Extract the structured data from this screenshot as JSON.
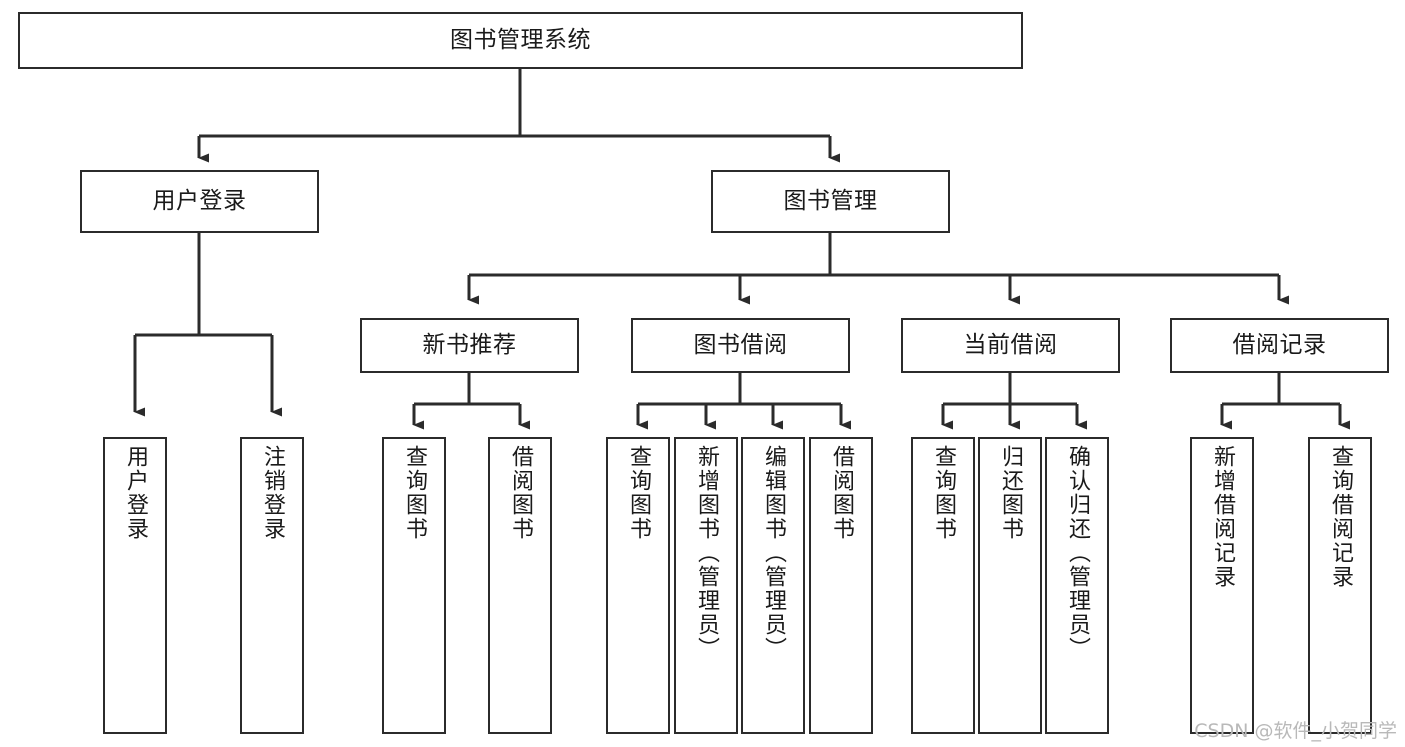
{
  "diagram": {
    "type": "tree",
    "title": "图书管理系统",
    "watermark": "CSDN @软件_小贺同学",
    "colors": {
      "box_border": "#2b2b2b",
      "box_fill": "#ffffff",
      "connector": "#2b2b2b",
      "background": "#ffffff",
      "watermark": "#b9b9b9"
    },
    "root": {
      "label": "图书管理系统"
    },
    "level2": [
      {
        "label": "用户登录"
      },
      {
        "label": "图书管理"
      }
    ],
    "level3": [
      {
        "label": "新书推荐"
      },
      {
        "label": "图书借阅"
      },
      {
        "label": "当前借阅"
      },
      {
        "label": "借阅记录"
      }
    ],
    "leaves": {
      "user_login": [
        {
          "label": "用户登录"
        },
        {
          "label": "注销登录"
        }
      ],
      "new_book_recommend": [
        {
          "label": "查询图书"
        },
        {
          "label": "借阅图书"
        }
      ],
      "book_borrow": [
        {
          "label": "查询图书"
        },
        {
          "label": "新增图书（管理员）"
        },
        {
          "label": "编辑图书（管理员）"
        },
        {
          "label": "借阅图书"
        }
      ],
      "current_borrow": [
        {
          "label": "查询图书"
        },
        {
          "label": "归还图书"
        },
        {
          "label": "确认归还（管理员）"
        }
      ],
      "borrow_record": [
        {
          "label": "新增借阅记录"
        },
        {
          "label": "查询借阅记录"
        }
      ]
    }
  }
}
